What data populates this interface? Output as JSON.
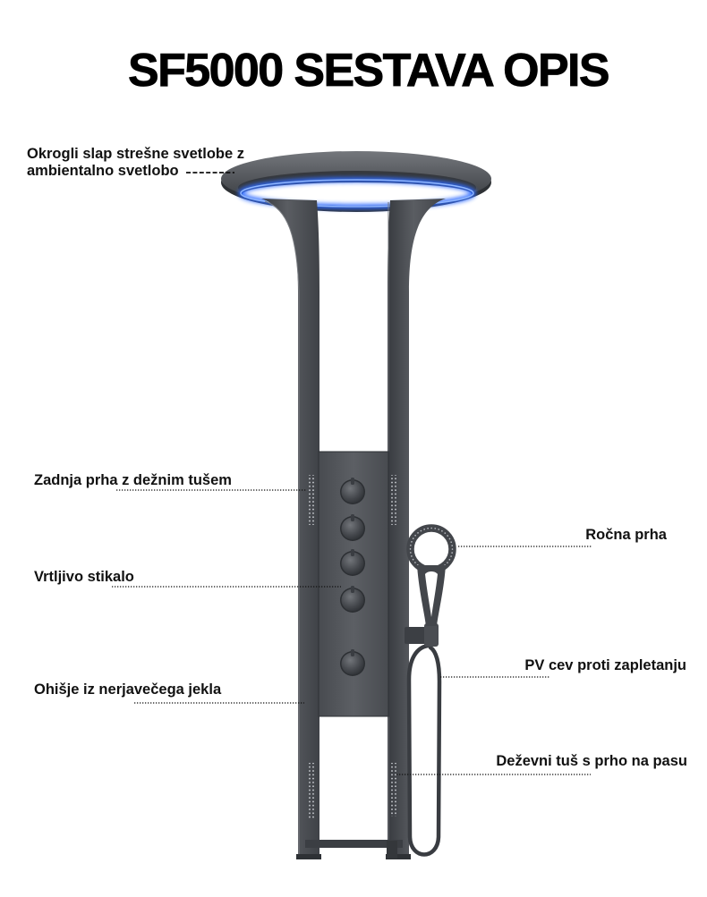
{
  "title": "SF5000 SESTAVA OPIS",
  "labels": {
    "rain_ring": {
      "line1": "Okrogli slap strešne svetlobe z",
      "line2": "ambientalno svetlobo"
    },
    "back_spray": "Zadnja prha z dežnim tušem",
    "rotary_switch": "Vrtljivo stikalo",
    "housing": "Ohišje iz nerjavečega jekla",
    "hand_shower": "Ročna prha",
    "hose": "PV cev proti zapletanju",
    "waist_shower": "Deževni tuš s prho na pasu"
  },
  "colors": {
    "background": "#ffffff",
    "text": "#000000",
    "body": "#4a4d52",
    "ambient_light": "#2f6bff"
  }
}
